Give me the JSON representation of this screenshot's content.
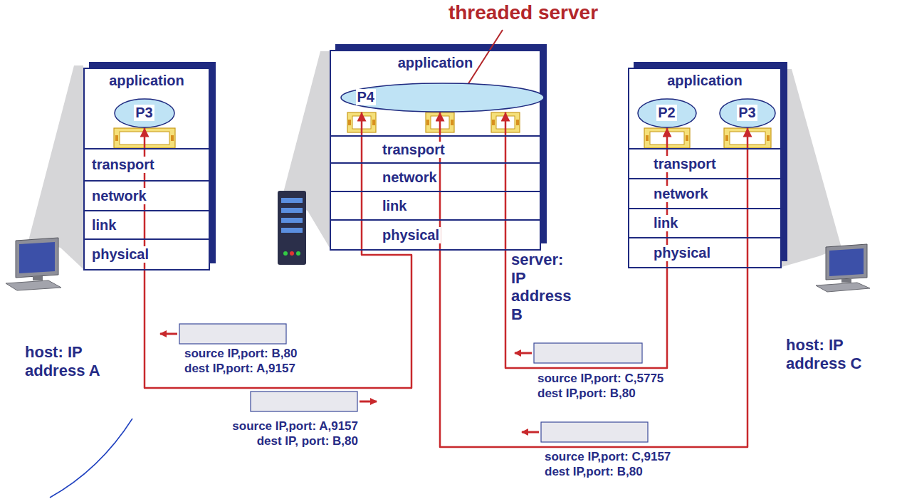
{
  "diagram": {
    "nodes": [
      {
        "text": [
          "application"
        ]
      },
      {
        "text": [
          "P3"
        ],
        "in": 0
      },
      {
        "text": [
          "transport"
        ]
      },
      {
        "text": [
          "network"
        ]
      },
      {
        "text": [
          "link"
        ]
      },
      {
        "text": [
          "physical"
        ]
      },
      {
        "text": [
          "application"
        ]
      },
      {
        "text": [
          "P4"
        ],
        "in": 6
      },
      {
        "text": [
          "transport"
        ]
      },
      {
        "text": [
          "network"
        ]
      },
      {
        "text": [
          "link"
        ]
      },
      {
        "text": [
          "physical"
        ]
      },
      {
        "text": [
          "application"
        ]
      },
      {
        "text": [
          "P2"
        ],
        "in": 12
      },
      {
        "text": [
          "P3"
        ],
        "in": 12
      },
      {
        "text": [
          "transport"
        ]
      },
      {
        "text": [
          "network"
        ]
      },
      {
        "text": [
          "link"
        ]
      },
      {
        "text": [
          "physical"
        ]
      }
    ],
    "edges": [
      {
        "from": 1,
        "to": 7,
        "arrow": "both"
      },
      {
        "from": 13,
        "to": 7,
        "arrow": "both"
      },
      {
        "from": 14,
        "to": 7,
        "arrow": "both"
      }
    ],
    "labels": [
      "threaded server",
      "source IP,port: B,80",
      "dest IP,port: A,9157",
      "source IP,port: A,9157",
      "dest IP, port: B,80",
      "server: IP address B",
      "source IP,port: C,5775",
      "dest IP,port: B,80",
      "host: IP address A",
      "host: IP address C",
      "source IP,port: C,9157",
      "dest IP,port: B,80"
    ]
  }
}
